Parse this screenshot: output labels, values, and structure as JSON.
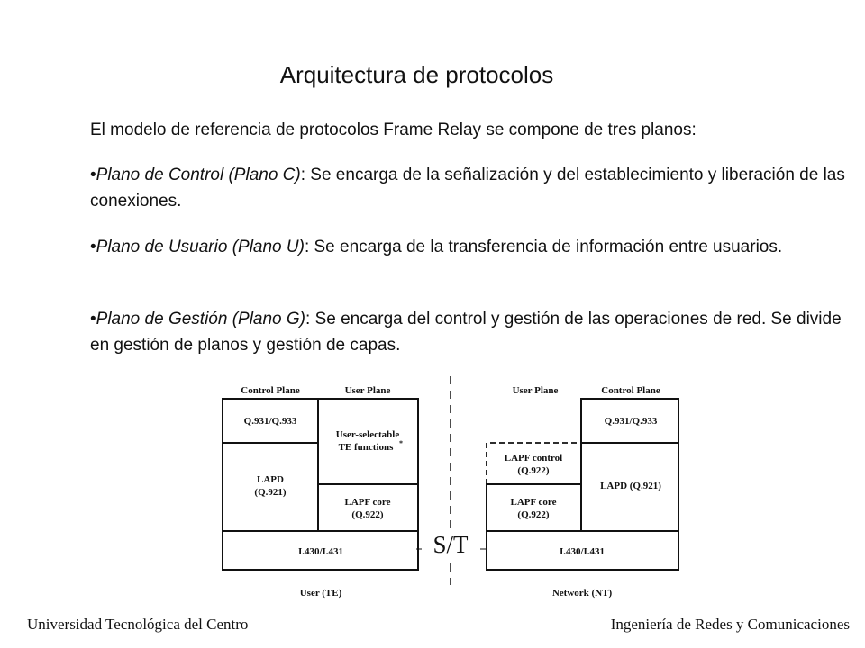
{
  "slide": {
    "title": "Arquitectura de protocolos",
    "intro": "El modelo de referencia de protocolos Frame Relay se compone de tres planos:",
    "bullets": [
      {
        "term": "Plano de Control (Plano C)",
        "desc": ": Se encarga de la señalización y del establecimiento y liberación de las conexiones."
      },
      {
        "term": "Plano de Usuario (Plano U)",
        "desc": ": Se encarga de la transferencia de información entre usuarios."
      },
      {
        "term": "Plano de Gestión (Plano G)",
        "desc": ": Se encarga del control y gestión de las operaciones de red. Se divide en gestión de planos y gestión de capas."
      }
    ]
  },
  "diagram": {
    "user_side": {
      "col_control": "Control Plane",
      "col_user": "User Plane",
      "q931": "Q.931/Q.933",
      "user_selectable_1": "User-selectable",
      "user_selectable_2": "TE functions",
      "asterisk": "*",
      "lapd_1": "LAPD",
      "lapd_2": "(Q.921)",
      "lapf_core_1": "LAPF core",
      "lapf_core_2": "(Q.922)",
      "physical": "I.430/I.431",
      "caption": "User (TE)"
    },
    "network_side": {
      "col_user": "User Plane",
      "col_control": "Control Plane",
      "q931": "Q.931/Q.933",
      "lapf_control_1": "LAPF control",
      "lapf_control_2": "(Q.922)",
      "lapd": "LAPD (Q.921)",
      "lapf_core_1": "LAPF core",
      "lapf_core_2": "(Q.922)",
      "physical": "I.430/I.431",
      "caption": "Network (NT)"
    },
    "reference_point": "S/T"
  },
  "footer": {
    "left": "Universidad Tecnológica del Centro",
    "right": "Ingeniería de Redes y Comunicaciones"
  }
}
